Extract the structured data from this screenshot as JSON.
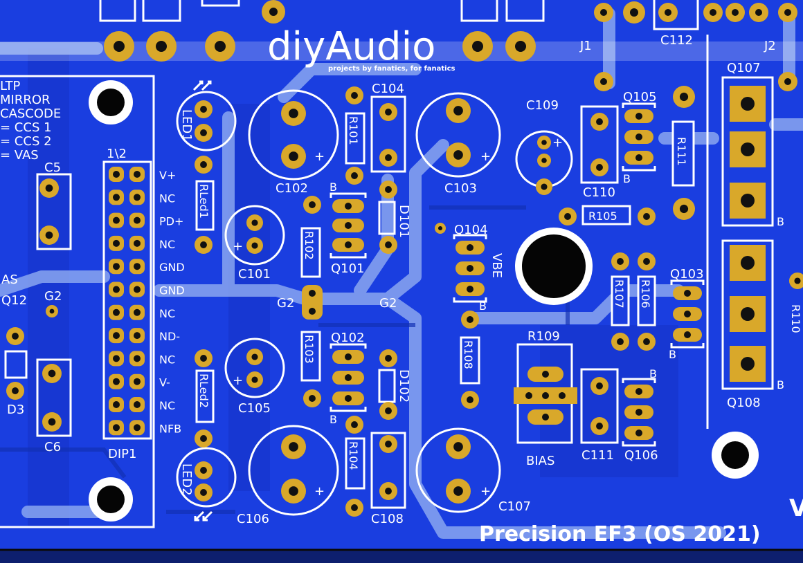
{
  "colors": {
    "board": "#1a3ee0",
    "board_dark": "#1230b4",
    "trace": "#8aa6f0",
    "copper": "#d9a82a",
    "silk": "#ffffff",
    "bottom": "#0d1f6e"
  },
  "logo": {
    "name": "diyAudio",
    "tagline": "projects by fanatics, for fanatics"
  },
  "board_title": "Precision EF3 (OS 2021)",
  "notes": {
    "ltp": "LTP",
    "mirror": "MIRROR",
    "cascode": "CASCODE",
    "ccs1": "= CCS 1",
    "ccs2": "= CCS 2",
    "vas": "= VAS"
  },
  "dip": {
    "name": "DIP1",
    "pin_header": "1\\2",
    "pins": [
      "V+",
      "NC",
      "PD+",
      "NC",
      "GND",
      "GND",
      "NC",
      "ND-",
      "NC",
      "V-",
      "NC",
      "NFB"
    ]
  },
  "designators": {
    "c5": "C5",
    "c6": "C6",
    "g2_left": "G2",
    "as_partial": "AS",
    "q12": "Q12",
    "d3": "D3",
    "led1": "LED1",
    "led2": "LED2",
    "rled1": "RLed1",
    "rled2": "RLed2",
    "c101": "C101",
    "c102": "C102",
    "c103": "C103",
    "c104": "C104",
    "c105": "C105",
    "c106": "C106",
    "c107": "C107",
    "c108": "C108",
    "c109": "C109",
    "c110": "C110",
    "c111": "C111",
    "c112": "C112",
    "r101": "R101",
    "r102": "R102",
    "r103": "R103",
    "r104": "R104",
    "r105": "R105",
    "r106": "R106",
    "r107": "R107",
    "r108": "R108",
    "r109": "R109",
    "r110": "R110",
    "r111": "R111",
    "q101": "Q101",
    "q102": "Q102",
    "q103": "Q103",
    "q104": "Q104",
    "q105": "Q105",
    "q106": "Q106",
    "q107": "Q107",
    "q108": "Q108",
    "d101": "D101",
    "d102": "D102",
    "g2_a": "G2",
    "g2_b": "G2",
    "vbe": "VBE",
    "bias": "BIAS",
    "j1": "J1",
    "j2": "J2",
    "b": "B",
    "plus": "+",
    "v_partial": "V"
  }
}
